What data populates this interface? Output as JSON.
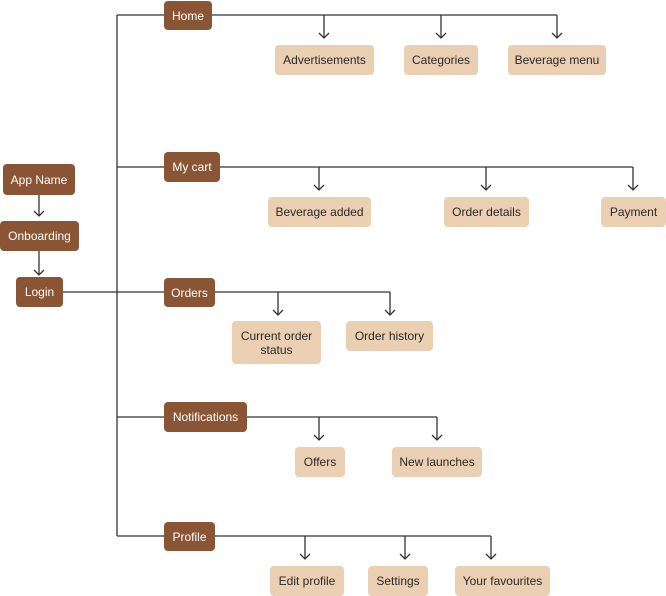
{
  "flow": {
    "app_name": "App Name",
    "onboarding": "Onboarding",
    "login": "Login"
  },
  "sections": {
    "home": {
      "label": "Home",
      "children": [
        "Advertisements",
        "Categories",
        "Beverage menu"
      ]
    },
    "cart": {
      "label": "My cart",
      "children": [
        "Beverage added",
        "Order details",
        "Payment"
      ]
    },
    "orders": {
      "label": "Orders",
      "children": [
        "Current order status",
        "Order history"
      ]
    },
    "notifications": {
      "label": "Notifications",
      "children": [
        "Offers",
        "New launches"
      ]
    },
    "profile": {
      "label": "Profile",
      "children": [
        "Edit profile",
        "Settings",
        "Your favourites"
      ]
    }
  },
  "colors": {
    "primary_node": "#8a5534",
    "secondary_node": "#ebcfb2",
    "connector": "#333333"
  }
}
